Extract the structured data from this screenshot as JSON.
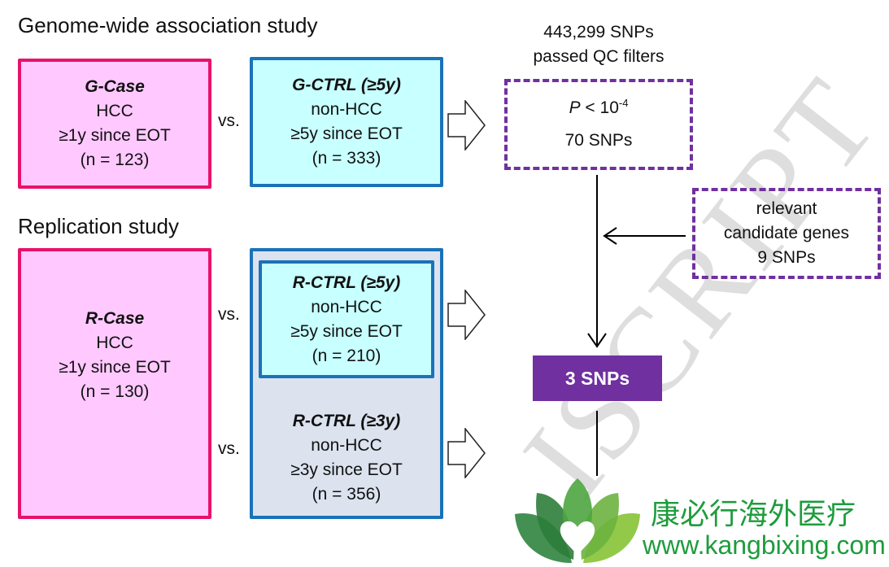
{
  "watermark": "ISCRIPT",
  "gwas": {
    "title": "Genome-wide association study",
    "case": {
      "name": "G-Case",
      "group": "HCC",
      "criteria": "≥1y since EOT",
      "n": "(n = 123)"
    },
    "vs": "vs.",
    "ctrl": {
      "name": "G-CTRL (≥5y)",
      "group": "non-HCC",
      "criteria": "≥5y since EOT",
      "n": "(n = 333)"
    }
  },
  "replication": {
    "title": "Replication study",
    "case": {
      "name": "R-Case",
      "group": "HCC",
      "criteria": "≥1y since EOT",
      "n": "(n = 130)"
    },
    "vs_top": "vs.",
    "vs_bottom": "vs.",
    "ctrl5": {
      "name": "R-CTRL (≥5y)",
      "group": "non-HCC",
      "criteria": "≥5y since EOT",
      "n": "(n = 210)"
    },
    "ctrl3": {
      "name": "R-CTRL (≥3y)",
      "group": "non-HCC",
      "criteria": "≥3y since EOT",
      "n": "(n = 356)"
    }
  },
  "pipeline": {
    "qc_line1": "443,299 SNPs",
    "qc_line2": "passed QC filters",
    "threshold": {
      "p": "P",
      "lt": " < 10",
      "exp": "-4"
    },
    "threshold_count": "70 SNPs",
    "candidate": {
      "line1": "relevant",
      "line2": "candidate genes",
      "line3": "9 SNPs"
    },
    "result": "3 SNPs"
  },
  "brand": {
    "name_cn": "康必行海外医疗",
    "url": "www.kangbixing.com"
  },
  "colors": {
    "case_border": "#e8126c",
    "case_fill": "#ffc9ff",
    "ctrl_border": "#1a72b8",
    "ctrl_fill": "#c8ffff",
    "ctrl_outer_fill": "#dce3ef",
    "purple": "#7030a0",
    "brand_green": "#1e9c3c"
  }
}
